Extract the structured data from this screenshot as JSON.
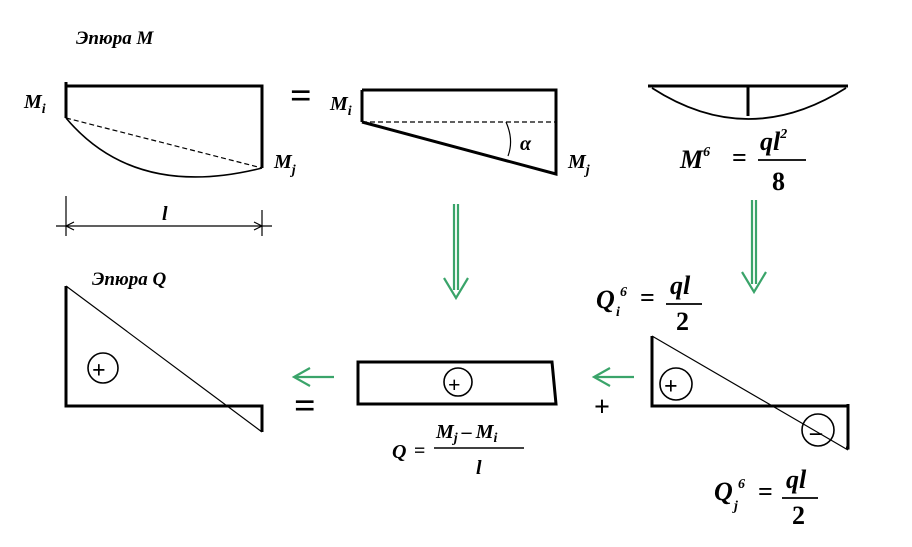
{
  "titles": {
    "moment_title": "Эпюра М",
    "shear_title": "Эпюра Q"
  },
  "labels": {
    "Mi": "M",
    "Mi_sub": "i",
    "Mj": "M",
    "Mj_sub": "j",
    "span": "l",
    "alpha": "α",
    "M6": "M",
    "M6_sup": "6",
    "eq": "=",
    "q": "q",
    "l": "l",
    "sq": "2",
    "eight": "8",
    "two": "2",
    "Q": "Q",
    "Qi_sub": "i",
    "Qj_sub": "j",
    "minus": "–",
    "plus_sign": "+",
    "equals_big": "="
  },
  "signs": {
    "plus": "+",
    "minus": "–"
  },
  "colors": {
    "arrow": "#3aa46a",
    "ink": "#000000"
  }
}
